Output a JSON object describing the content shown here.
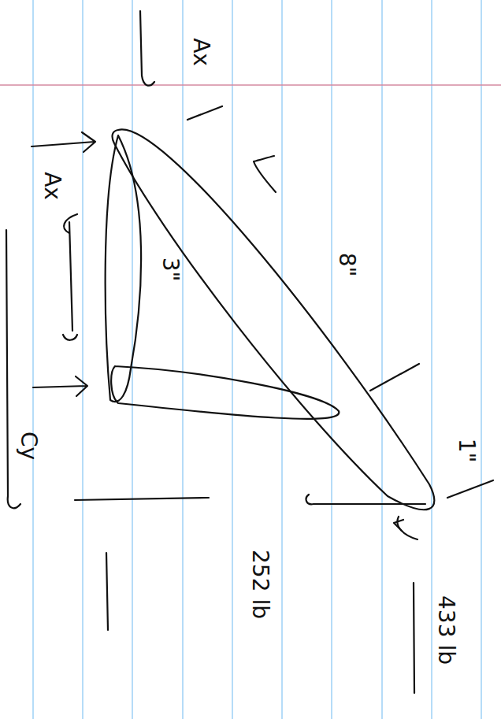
{
  "diagram": {
    "labels": [
      "Ax",
      "Ax",
      "8\"",
      "3\"",
      "1\"",
      "Cy",
      "252 lb",
      "433 lb"
    ]
  }
}
